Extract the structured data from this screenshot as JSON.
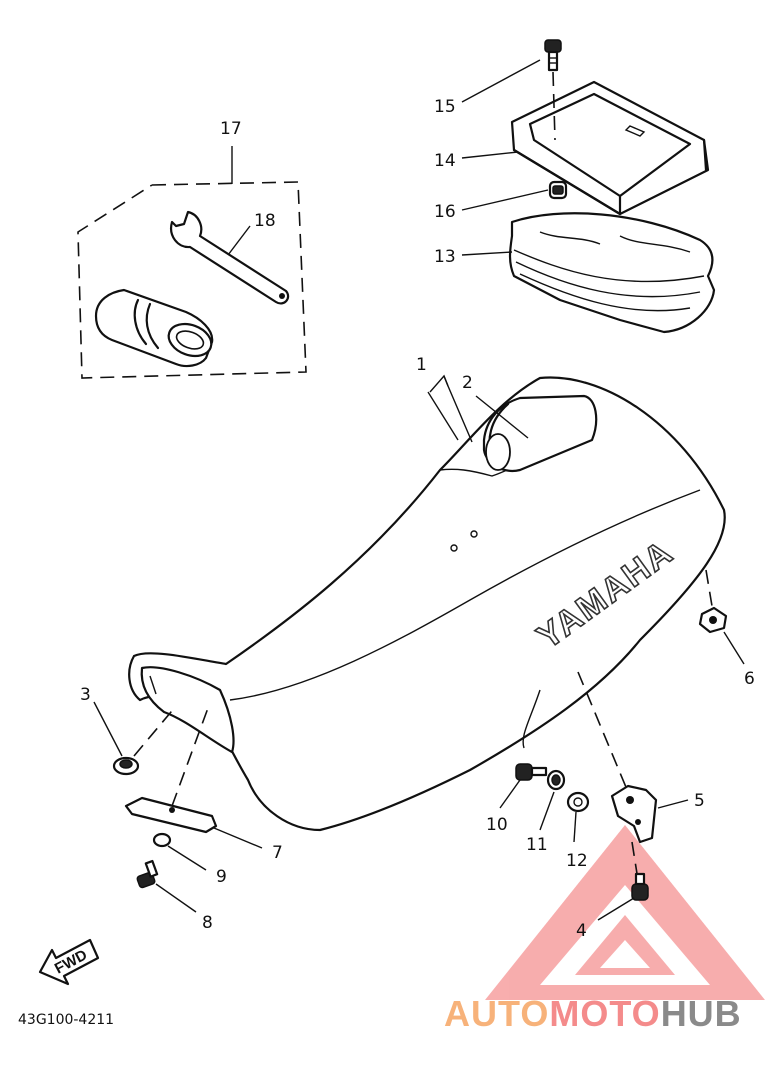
{
  "callouts": {
    "c1": "1",
    "c2": "2",
    "c3": "3",
    "c4": "4",
    "c5": "5",
    "c6": "6",
    "c7": "7",
    "c8": "8",
    "c9": "9",
    "c10": "10",
    "c11": "11",
    "c12": "12",
    "c13": "13",
    "c14": "14",
    "c15": "15",
    "c16": "16",
    "c17": "17",
    "c18": "18"
  },
  "seat_brand": "YAMAHA",
  "fwd_label": "FWD",
  "diagram_code": "43G100-4211",
  "watermark": {
    "part1": "AUTO",
    "part2": "MOTO",
    "part3": "HUB",
    "color_orange": "#f7b27a",
    "color_pink": "#f48b8b",
    "color_gray": "#8a8a8a"
  }
}
